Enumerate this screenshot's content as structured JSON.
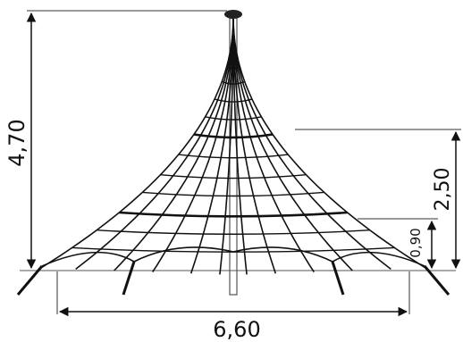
{
  "dimensions": {
    "total_height": "4,70",
    "upper_ring_height": "2,50",
    "lower_ring_height": "0,90",
    "base_width": "6,60"
  },
  "colors": {
    "line": "#111111",
    "ground": "#777777",
    "post": "#555555"
  }
}
